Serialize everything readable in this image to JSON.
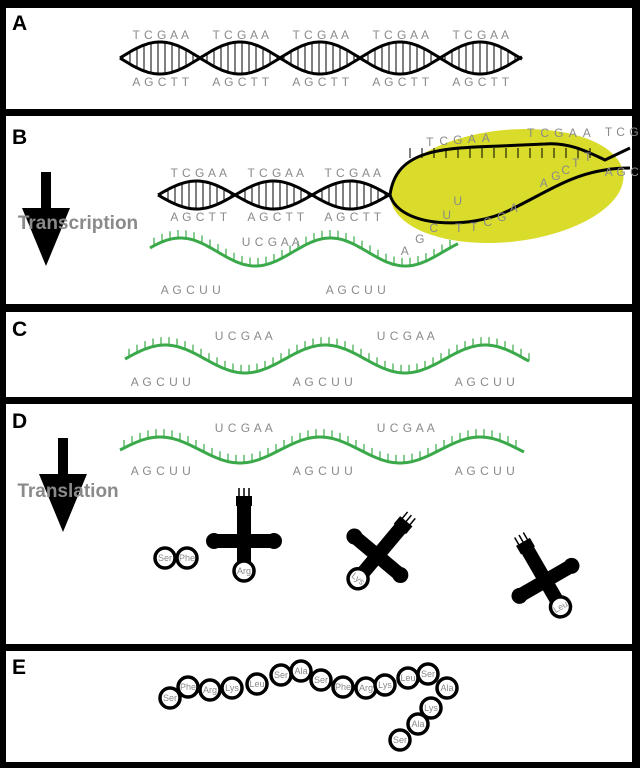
{
  "panels": [
    {
      "label": "A"
    },
    {
      "label": "B"
    },
    {
      "label": "C"
    },
    {
      "label": "D"
    },
    {
      "label": "E"
    }
  ],
  "dna": {
    "top_strand": "T C G A A",
    "bottom_strand": "A G C T T"
  },
  "mrna": {
    "top": "U C G A A",
    "bottom": "A G C U U"
  },
  "bubble": {
    "top_letters": [
      "T",
      "C",
      "G",
      "A",
      "A"
    ],
    "coding": [
      "T",
      "C",
      "G",
      "A",
      "A"
    ],
    "coding2": [
      "A",
      "G",
      "C",
      "T",
      "T"
    ],
    "template_letters": [
      "A",
      "G",
      "C",
      "T",
      "T"
    ],
    "rna_new": [
      "A",
      "G",
      "C",
      "U",
      "U"
    ],
    "edge_top": "T C G",
    "edge_bottom": "A G C"
  },
  "steps": {
    "transcription": "Transcription",
    "translation": "Translation"
  },
  "trna_amino_acids": [
    "Arg",
    "Lys",
    "Leu"
  ],
  "dipeptide": [
    "Ser",
    "Phe"
  ],
  "polypeptide": [
    "Ser",
    "Phe",
    "Arg",
    "Lys",
    "Leu",
    "Ser",
    "Ala",
    "Ser",
    "Phe",
    "Arg",
    "Lys",
    "Leu",
    "Ser",
    "Ala",
    "Lys",
    "Ala",
    "Ser"
  ],
  "colors": {
    "dna": "#000000",
    "rna": "#3aa94a",
    "bubble": "#d9dc2a",
    "text": "#8a8a8a"
  }
}
